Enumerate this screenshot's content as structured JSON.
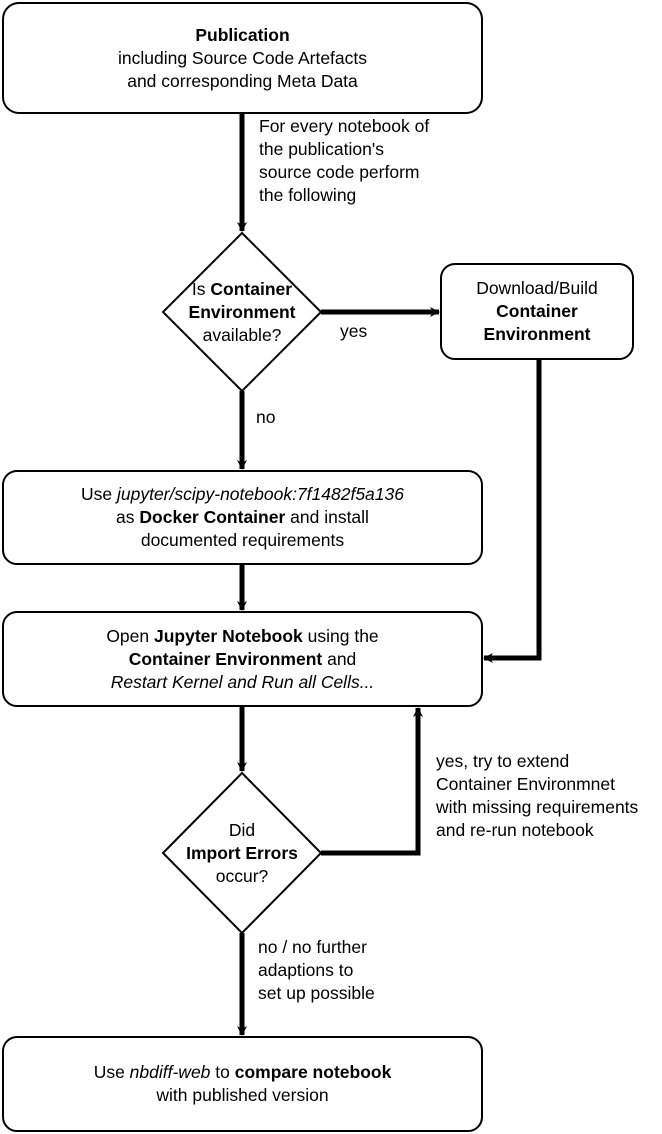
{
  "nodes": {
    "publication": {
      "title": "Publication",
      "line2": "including Source Code Artefacts",
      "line3": "and corresponding Meta Data"
    },
    "container_available": {
      "prefix": "Is ",
      "bold1": "Container",
      "bold2": "Environment",
      "suffix": "available?"
    },
    "download_build": {
      "line1": "Download/Build",
      "bold1": "Container",
      "bold2": "Environment"
    },
    "use_default_image": {
      "prefix": "Use ",
      "image": "jupyter/scipy-notebook:7f1482f5a136",
      "line2_prefix": "as ",
      "line2_bold": "Docker Container",
      "line2_suffix": " and install",
      "line3": "documented requirements"
    },
    "open_notebook": {
      "prefix": "Open ",
      "bold1": "Jupyter Notebook",
      "suffix1": " using the",
      "bold2": "Container Environment",
      "suffix2": " and",
      "italic": "Restart Kernel and Run all Cells..."
    },
    "import_errors": {
      "line1": "Did",
      "bold": "Import Errors",
      "line3": "occur?"
    },
    "compare": {
      "prefix": "Use ",
      "italic": "nbdiff-web",
      "mid": " to ",
      "bold": "compare notebook",
      "line2": "with published version"
    }
  },
  "edge_labels": {
    "for_every": [
      "For every notebook of",
      "the publication's",
      "source code perform",
      "the following"
    ],
    "yes": "yes",
    "no": "no",
    "yes_extend": [
      "yes, try to extend",
      "Container Environmnet",
      "with missing requirements",
      "and re-run notebook"
    ],
    "no_further": [
      "no / no further",
      "adaptions to",
      "set up possible"
    ]
  }
}
